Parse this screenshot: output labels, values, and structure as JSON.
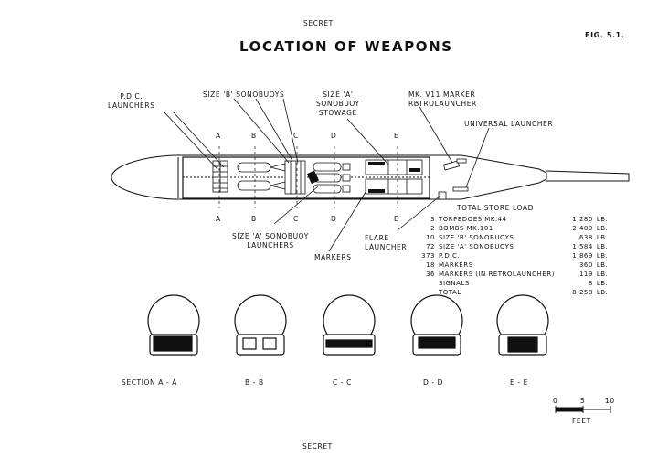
{
  "header": {
    "classification": "SECRET",
    "figure": "FIG. 5.1.",
    "title": "LOCATION OF WEAPONS"
  },
  "footer": {
    "classification": "SECRET"
  },
  "labels": {
    "pdc_launchers": [
      "P.D.C.",
      "LAUNCHERS"
    ],
    "size_b_sonobuoys": "SIZE 'B' SONOBUOYS",
    "size_a_stowage": [
      "SIZE 'A'",
      "SONOBUOY",
      "STOWAGE"
    ],
    "mk7_retro": [
      "MK. V11 MARKER",
      "RETROLAUNCHER"
    ],
    "universal_launcher": "UNIVERSAL LAUNCHER",
    "size_a_launchers": [
      "SIZE 'A' SONOBUOY",
      "LAUNCHERS"
    ],
    "markers": "MARKERS",
    "flare_launcher": [
      "FLARE",
      "LAUNCHER"
    ]
  },
  "section_letters": [
    "A",
    "B",
    "C",
    "D",
    "E"
  ],
  "store_load": {
    "title": "TOTAL STORE LOAD",
    "rows": [
      {
        "qty": "3",
        "item": "TORPEDOES MK.44",
        "weight": "1,280",
        "unit": "LB."
      },
      {
        "qty": "2",
        "item": "BOMBS MK.101",
        "weight": "2,400",
        "unit": "LB."
      },
      {
        "qty": "10",
        "item": "SIZE 'B' SONOBUOYS",
        "weight": "638",
        "unit": "LB."
      },
      {
        "qty": "72",
        "item": "SIZE 'A' SONOBUOYS",
        "weight": "1,584",
        "unit": "LB."
      },
      {
        "qty": "373",
        "item": "P.D.C.",
        "weight": "1,869",
        "unit": "LB."
      },
      {
        "qty": "18",
        "item": "MARKERS",
        "weight": "360",
        "unit": "LB."
      },
      {
        "qty": "36",
        "item": "MARKERS (IN RETROLAUNCHER)",
        "weight": "119",
        "unit": "LB."
      },
      {
        "qty": "",
        "item": "SIGNALS",
        "weight": "8",
        "unit": "LB."
      },
      {
        "qty": "",
        "item": "TOTAL",
        "weight": "8,258",
        "unit": "LB."
      }
    ]
  },
  "sections": [
    "SECTION A - A",
    "B - B",
    "C - C",
    "D - D",
    "E - E"
  ],
  "scale": {
    "ticks": [
      "0",
      "5",
      "10"
    ],
    "unit": "FEET"
  }
}
